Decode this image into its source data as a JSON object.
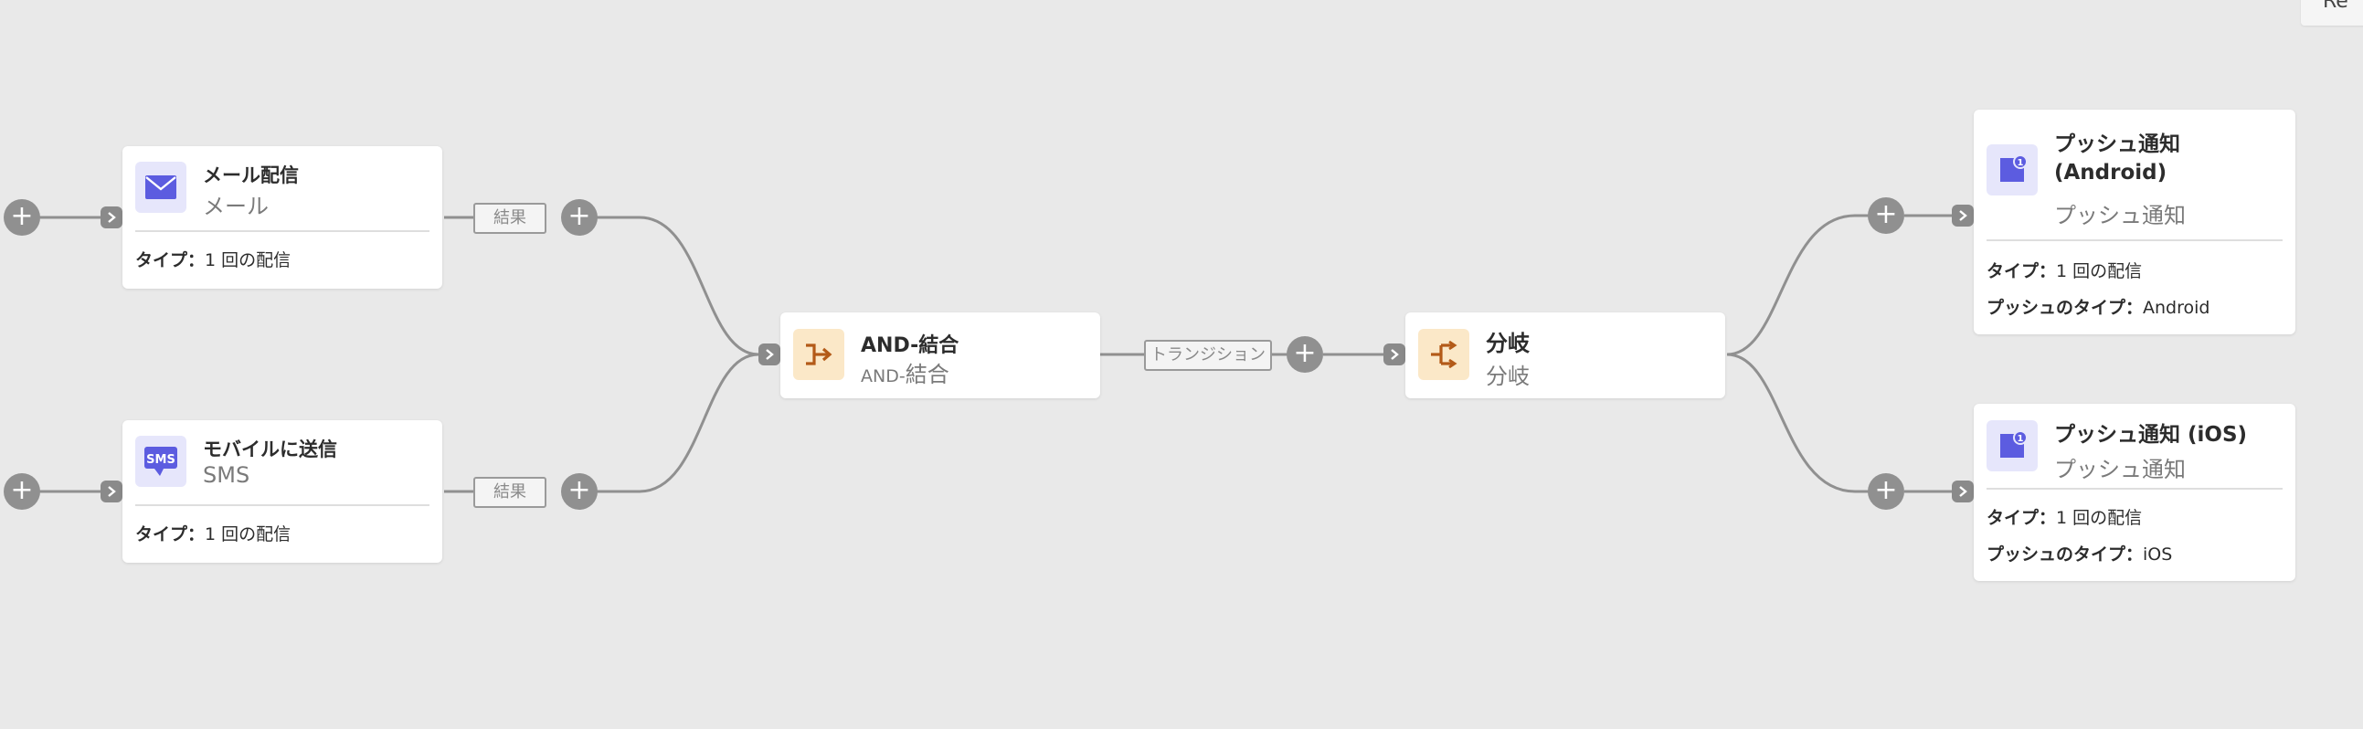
{
  "top_right_button": {
    "label": "Re"
  },
  "nodes": {
    "email": {
      "title": "メール配信",
      "subtitle": "メール",
      "icon": "envelope-icon",
      "props": [
        {
          "key": "タイプ：",
          "value": "1 回の配信"
        }
      ]
    },
    "sms": {
      "title": "モバイルに送信",
      "subtitle": "SMS",
      "icon": "sms-icon",
      "icon_text": "SMS",
      "props": [
        {
          "key": "タイプ：",
          "value": "1 回の配信"
        }
      ]
    },
    "and_join": {
      "title": "AND-結合",
      "subtitle_prefix": "AND-",
      "subtitle": "結合",
      "icon": "and-join-icon"
    },
    "branch": {
      "title": "分岐",
      "subtitle": "分岐",
      "icon": "branch-icon"
    },
    "push_android": {
      "title_line1": "プッシュ通知",
      "title_line2": "(Android)",
      "subtitle": "プッシュ通知",
      "icon": "push-notification-icon",
      "badge": "1",
      "props": [
        {
          "key": "タイプ：",
          "value": "1 回の配信"
        },
        {
          "key": "プッシュのタイプ：",
          "value": "Android"
        }
      ]
    },
    "push_ios": {
      "title": "プッシュ通知 (iOS)",
      "subtitle": "プッシュ通知",
      "icon": "push-notification-icon",
      "badge": "1",
      "props": [
        {
          "key": "タイプ：",
          "value": "1 回の配信"
        },
        {
          "key": "プッシュのタイプ：",
          "value": "iOS"
        }
      ]
    }
  },
  "edge_labels": {
    "email_result": "結果",
    "sms_result": "結果",
    "transition": "トランジション"
  },
  "add_symbol": "+",
  "colors": {
    "canvas": "#e9e9e9",
    "connector": "#909090",
    "accent_blue": "#5c5ce0",
    "accent_orange": "#b35a18"
  }
}
